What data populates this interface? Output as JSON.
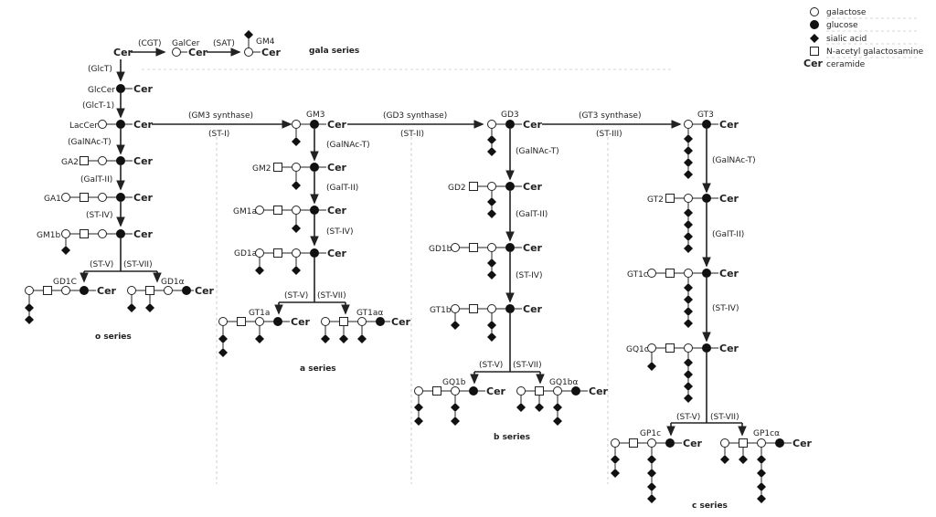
{
  "legend": {
    "galactose": "galactose",
    "glucose": "glucose",
    "sialic_acid": "sialic acid",
    "nacgal": "N-acetyl galactosamine",
    "cer_symbol": "Cer",
    "ceramide": "ceramide"
  },
  "enzymes": {
    "cgt": "(CGT)",
    "sat": "(SAT)",
    "glct": "(GlcT)",
    "glct1": "(GlcT-1)",
    "galnact": "(GalNAc-T)",
    "galt2": "(GalT-II)",
    "st4": "(ST-IV)",
    "st5": "(ST-V)",
    "st7": "(ST-VII)",
    "gm3syn": "(GM3 synthase)",
    "st1": "(ST-I)",
    "gd3syn": "(GD3 synthase)",
    "st2": "(ST-II)",
    "gt3syn": "(GT3 synthase)",
    "st3": "(ST-III)"
  },
  "compounds": {
    "cer": "Cer",
    "galcer": "GalCer",
    "gm4": "GM4",
    "glccer": "GlcCer",
    "laccer": "LacCer",
    "ga2": "GA2",
    "ga1": "GA1",
    "gm1b": "GM1b",
    "gd1c": "GD1C",
    "gd1a_o": "GD1α",
    "gm3": "GM3",
    "gm2": "GM2",
    "gm1a": "GM1a",
    "gd1a": "GD1a",
    "gt1a": "GT1a",
    "gt1aa": "GT1aα",
    "gd3": "GD3",
    "gd2": "GD2",
    "gd1b": "GD1b",
    "gt1b": "GT1b",
    "gq1b": "GQ1b",
    "gq1ba": "GQ1bα",
    "gt3": "GT3",
    "gt2": "GT2",
    "gt1c": "GT1c",
    "gq1c": "GQ1c",
    "gp1c": "GP1c",
    "gp1ca": "GP1cα"
  },
  "series": {
    "gala": "gala series",
    "o": "o series",
    "a": "a series",
    "b": "b series",
    "c": "c series"
  }
}
